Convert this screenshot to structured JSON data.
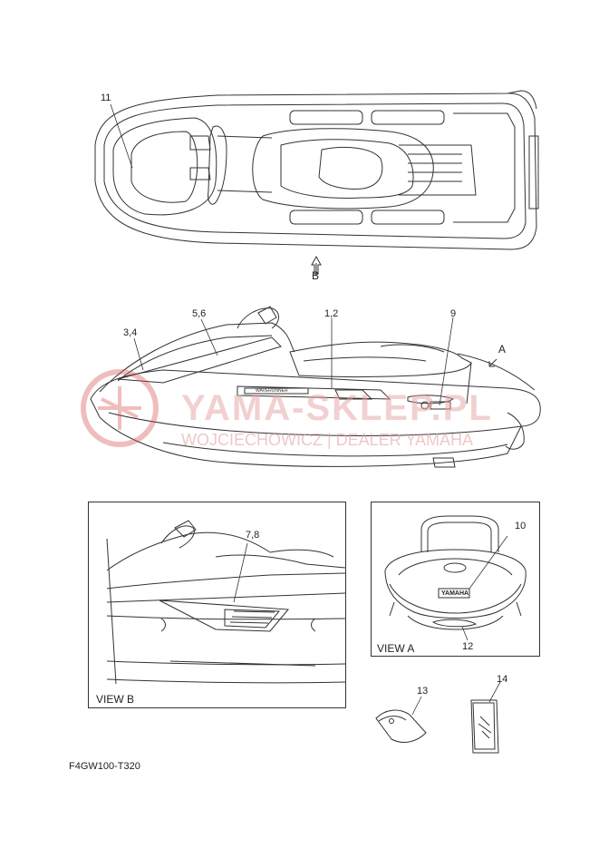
{
  "callouts": {
    "c1_2": "1,2",
    "c3_4": "3,4",
    "c5_6": "5,6",
    "c7_8": "7,8",
    "c9": "9",
    "c10": "10",
    "c11": "11",
    "c12": "12",
    "c13": "13",
    "c14": "14"
  },
  "view_markers": {
    "a": "A",
    "b": "B"
  },
  "views": {
    "view_a": "VIEW A",
    "view_b": "VIEW B"
  },
  "decals": {
    "yamaha_small": "YAMAHA",
    "waverunner": "WAVERUNNER"
  },
  "watermark": {
    "brand": "YAMA-SKLEP.PL",
    "dealer": "WOJCIECHOWICZ | DEALER YAMAHA"
  },
  "drawing_code": "F4GW100-T320"
}
